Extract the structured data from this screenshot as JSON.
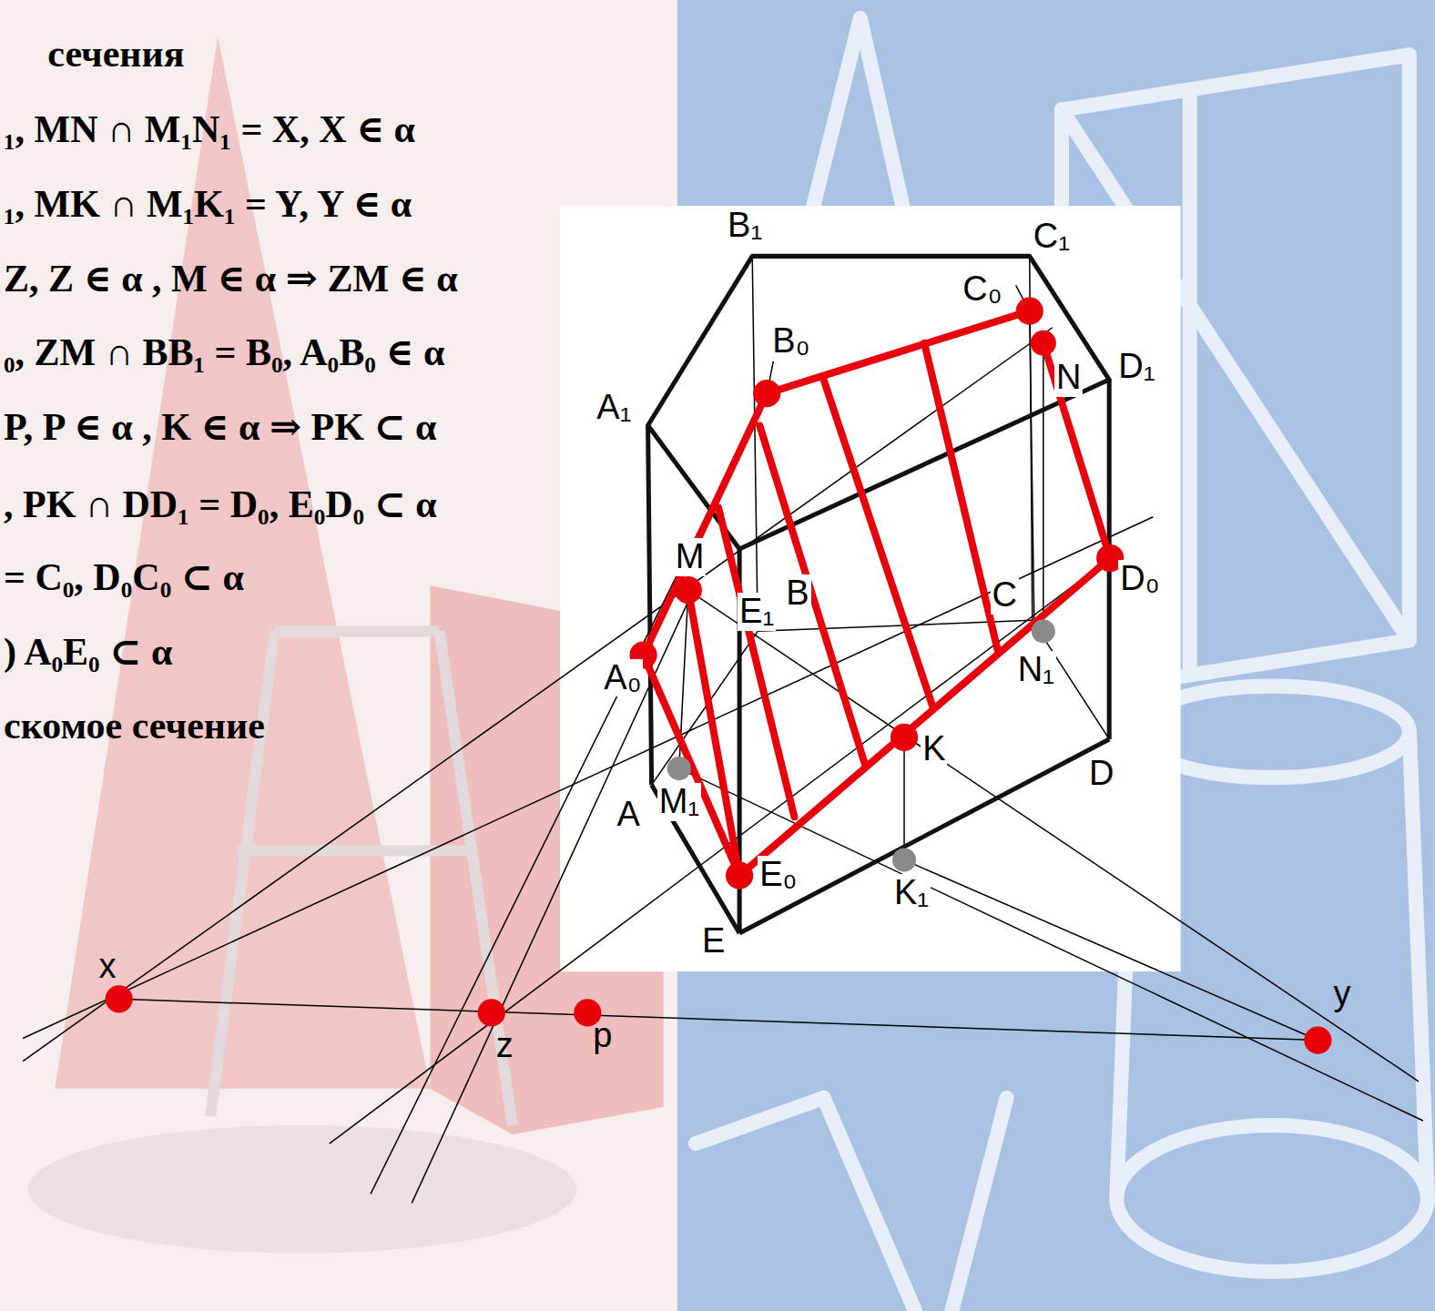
{
  "diagram": {
    "labels": [
      "сечения",
      "₁, MN ∩ M₁N₁ = X, X ∈ α",
      "₁, MK ∩ M₁K₁ = Y, Y ∈ α",
      "Z, Z ∈ α , M ∈ α ⇒ ZM ∈ α",
      "₀, ZM ∩ BB₁ = B₀, A₀B₀ ∈ α",
      "P, P ∈ α , K ∈ α ⇒ PK ⊂ α",
      ", PK ∩ DD₁ = D₀, E₀D₀ ⊂ α",
      "= C₀, D₀C₀ ⊂ α",
      ") A₀E₀ ⊂ α",
      "скомое сечение",
      "B₁",
      "C₁",
      "C₀",
      "B₀",
      "N",
      "D₁",
      "A₁",
      "M",
      "E₁",
      "B",
      "C",
      "D₀",
      "N₁",
      "A₀",
      "K",
      "D",
      "A",
      "M₁",
      "E₀",
      "K₁",
      "E",
      "x",
      "y",
      "z",
      "p"
    ]
  }
}
